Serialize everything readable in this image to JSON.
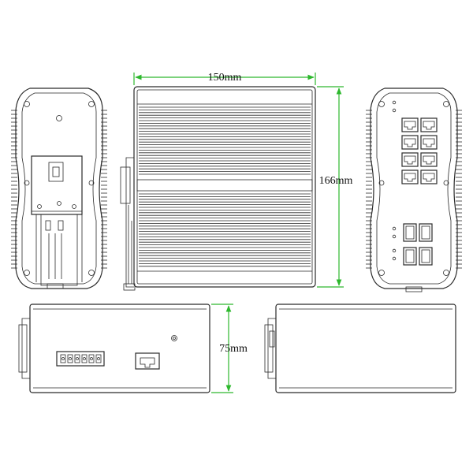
{
  "colors": {
    "line": "#2a2a2a",
    "dimension": "#2db82d",
    "background": "#ffffff"
  },
  "dimensions": {
    "width": "150mm",
    "height": "166mm",
    "depth": "75mm"
  },
  "views": {
    "left_side": {
      "icons": [
        "din-rail-clip-icon",
        "screw-icon"
      ]
    },
    "front": {
      "icons": [
        "heatsink-fins-icon"
      ]
    },
    "right_side": {
      "rj45_port_count": 8,
      "sfp_port_count": 4,
      "icons": [
        "rj45-port-icon",
        "sfp-port-icon",
        "led-icon"
      ]
    },
    "top": {
      "icons": [
        "terminal-block-icon",
        "console-port-icon"
      ]
    },
    "bottom": {
      "icons": [
        "din-rail-clip-icon"
      ]
    }
  }
}
